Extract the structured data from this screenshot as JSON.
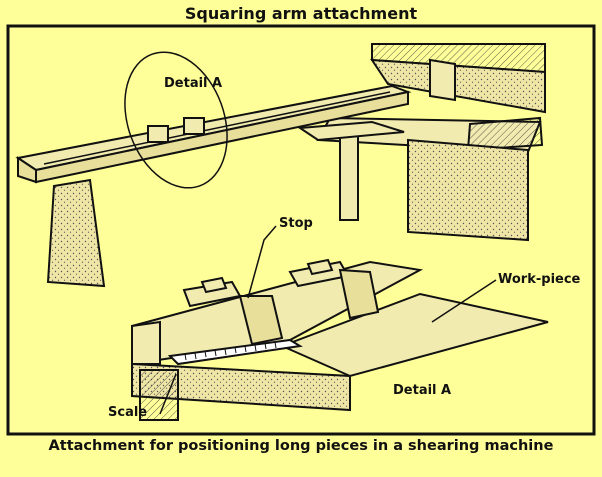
{
  "title": "Squaring arm attachment",
  "caption": "Attachment for positioning long pieces in a shearing machine",
  "labels": {
    "detail_a_top": "Detail A",
    "stop": "Stop",
    "work_piece": "Work-piece",
    "detail_a_bottom": "Detail A",
    "scale": "Scale"
  },
  "colors": {
    "background": "#FFFF99",
    "ink": "#111111",
    "metal_fill": "#F2EBB0",
    "hatch_fill": "#E8DF9A"
  }
}
